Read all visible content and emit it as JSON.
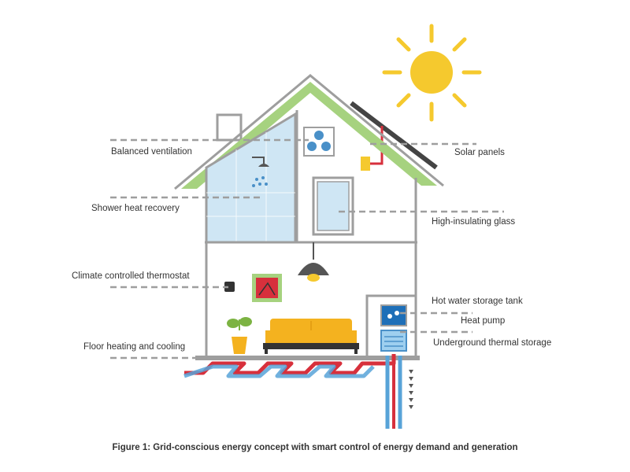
{
  "labels": {
    "balanced_ventilation": "Balanced ventilation",
    "shower_heat_recovery": "Shower heat recovery",
    "climate_controlled_thermostat": "Climate controlled thermostat",
    "floor_heating_and_cooling": "Floor heating and cooling",
    "solar_panels": "Solar panels",
    "high_insulating_glass": "High-insulating glass",
    "hot_water_storage_tank": "Hot water storage tank",
    "heat_pump": "Heat pump",
    "underground_thermal_storage": "Underground thermal storage"
  },
  "caption": "Figure 1: Grid-conscious energy concept with smart control of energy demand and generation",
  "colors": {
    "sun": "#F5C92E",
    "roof_green": "#A6D27F",
    "house_outline": "#9E9E9E",
    "window_blue": "#CFE6F4",
    "pipe_red": "#D7303C",
    "pipe_blue": "#58A3D8",
    "sofa": "#F4B21F",
    "leader_line": "#9E9E9E"
  }
}
